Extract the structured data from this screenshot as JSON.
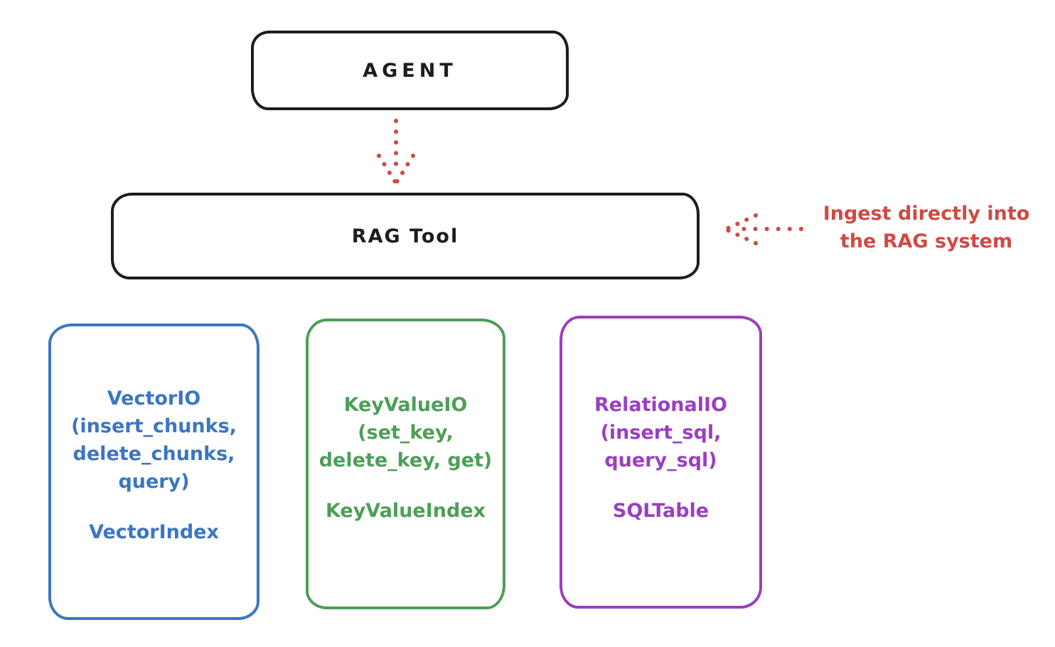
{
  "agent": {
    "label": "AGENT"
  },
  "rag_tool": {
    "label": "RAG Tool"
  },
  "annotation": {
    "line1": "Ingest directly into",
    "line2": "the RAG system"
  },
  "backends": [
    {
      "lines": [
        "VectorIO",
        "(insert_chunks,",
        "delete_chunks,",
        "query)"
      ],
      "index_label": "VectorIndex",
      "color": "#3b76c1"
    },
    {
      "lines": [
        "KeyValueIO",
        "(set_key,",
        "delete_key, get)"
      ],
      "index_label": "KeyValueIndex",
      "color": "#4e9e58"
    },
    {
      "lines": [
        "RelationalIO",
        "(insert_sql,",
        "query_sql)"
      ],
      "index_label": "SQLTable",
      "color": "#9a3fbf"
    }
  ],
  "colors": {
    "outline_black": "#1d1d1d",
    "annotation_red": "#cf4a43",
    "vector_blue": "#3b76c1",
    "keyvalue_green": "#4e9e58",
    "relational_purple": "#9a3fbf"
  }
}
